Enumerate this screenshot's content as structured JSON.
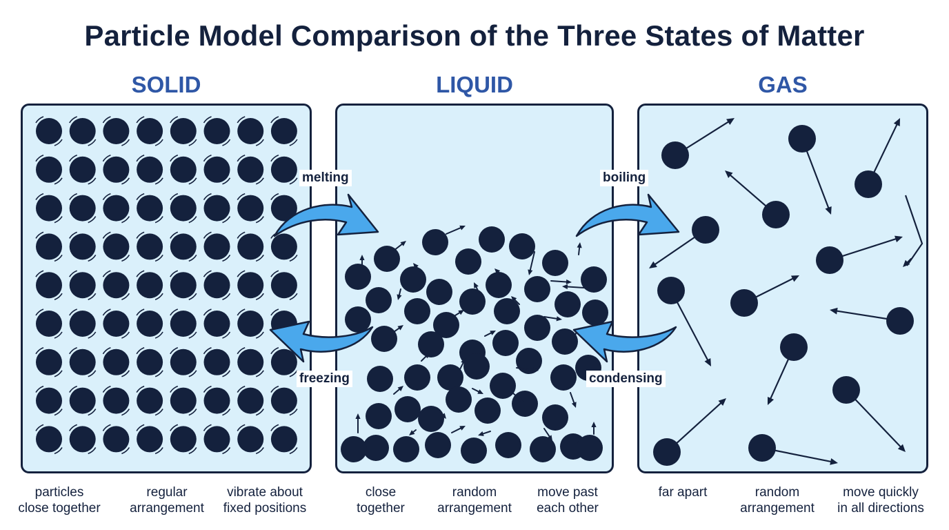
{
  "title": "Particle Model Comparison of the Three States of Matter",
  "states": {
    "solid": {
      "heading": "SOLID",
      "captions": [
        "particles\nclose together",
        "regular\narrangement",
        "vibrate about\nfixed positions"
      ]
    },
    "liquid": {
      "heading": "LIQUID",
      "captions": [
        "close\ntogether",
        "random\narrangement",
        "move past\neach other"
      ]
    },
    "gas": {
      "heading": "GAS",
      "captions": [
        "far apart",
        "random\narrangement",
        "move quickly\nin all directions"
      ]
    }
  },
  "transitions": {
    "melting": "melting",
    "freezing": "freezing",
    "boiling": "boiling",
    "condensing": "condensing"
  },
  "colors": {
    "particle": "#14213d",
    "panel_fill": "#daf0fb",
    "heading": "#2f57a6",
    "arrow": "#4aa8ec"
  }
}
